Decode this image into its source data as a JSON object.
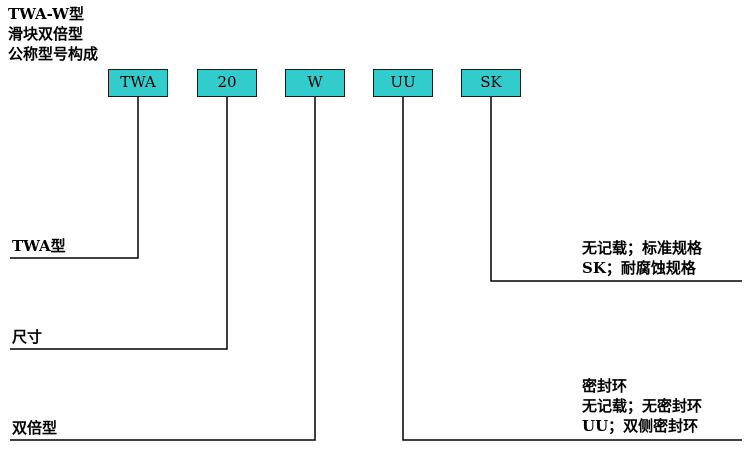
{
  "title": {
    "lines": [
      "TWA-W型",
      "滑块双倍型",
      "公称型号构成"
    ]
  },
  "codes": [
    {
      "id": "model",
      "text": "TWA"
    },
    {
      "id": "size",
      "text": "20"
    },
    {
      "id": "type",
      "text": "W"
    },
    {
      "id": "seal",
      "text": "UU"
    },
    {
      "id": "material",
      "text": "SK"
    }
  ],
  "labels": {
    "model": "TWA型",
    "size": "尺寸",
    "type": "双倍型",
    "material": [
      "无记载；标准规格",
      "SK；耐腐蚀规格"
    ],
    "seal": [
      "密封环",
      "无记载；无密封环",
      "UU；双侧密封环"
    ]
  },
  "colors": {
    "box_fill": "#33cccc",
    "line": "#000000"
  }
}
